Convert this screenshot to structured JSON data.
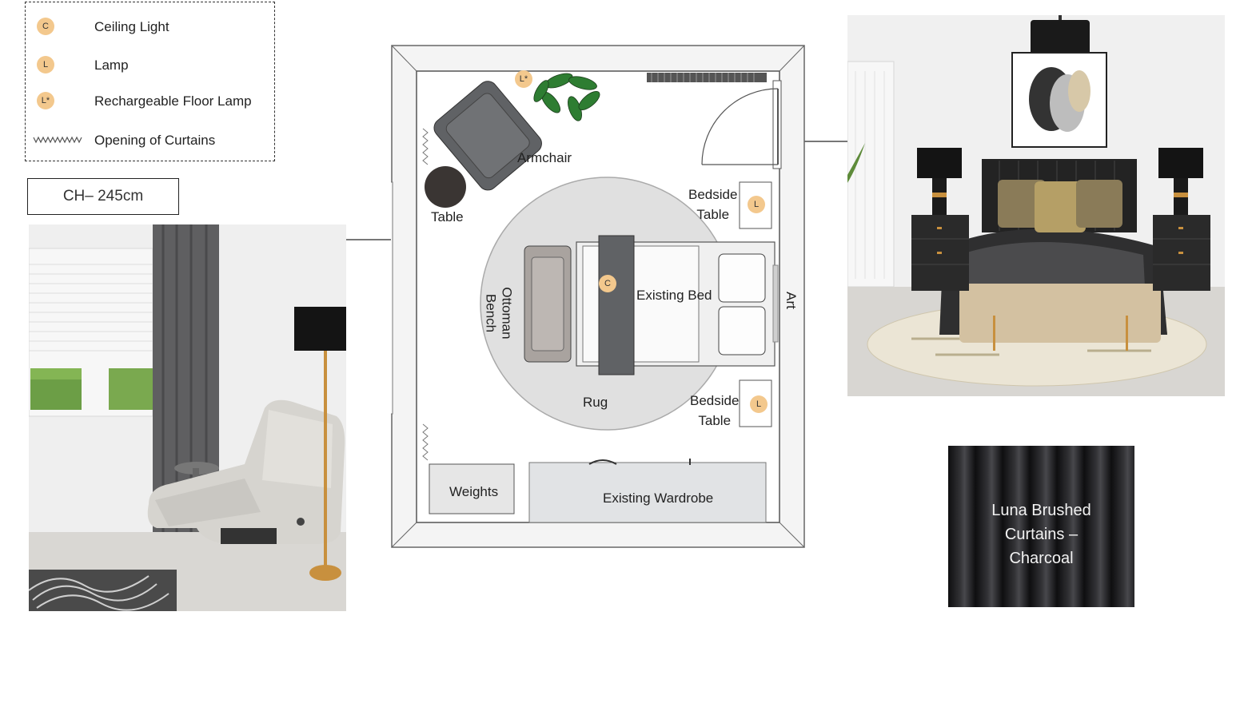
{
  "legend": {
    "items": [
      {
        "symbol": "C",
        "label": "Ceiling Light"
      },
      {
        "symbol": "L",
        "label": "Lamp"
      },
      {
        "symbol": "L*",
        "label": "Rechargeable Floor Lamp"
      },
      {
        "symbol": "",
        "label": "Opening of Curtains"
      }
    ]
  },
  "ceiling_height": "CH– 245cm",
  "floorplan": {
    "labels": {
      "armchair": "Armchair",
      "table": "Table",
      "bedside_table": "Bedside\nTable",
      "existing_bed": "Existing Bed",
      "ottoman_bench": "Ottoman\nBench",
      "rug": "Rug",
      "art": "Art",
      "weights": "Weights",
      "existing_wardrobe": "Existing Wardrobe"
    },
    "badges": {
      "ceiling_light": "C",
      "lamp": "L",
      "floor_lamp": "L*"
    }
  },
  "curtain_swatch": {
    "label": "Luna Brushed\nCurtains –\nCharcoal"
  },
  "colors": {
    "badge": "#f3c88d",
    "plan_line": "#555555",
    "rug": "#e2e2e2"
  }
}
